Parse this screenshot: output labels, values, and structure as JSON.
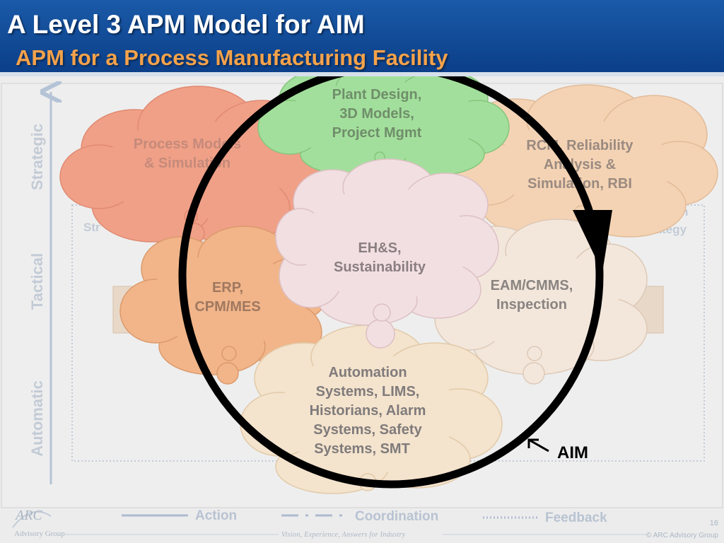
{
  "slide": {
    "title": "A Level 3 APM Model for AIM",
    "subtitle": "APM for a Process Manufacturing Facility"
  },
  "axis": {
    "strategic": "Strategic",
    "tactical": "Tactical",
    "automatic": "Automatic"
  },
  "background_fragments": {
    "left_partial": "Str",
    "right_partial_top": "n",
    "right_partial_bottom": "Strategy"
  },
  "clouds": {
    "process_models": [
      "Process Models",
      "& Simulation"
    ],
    "plant_design": [
      "Plant Design,",
      "3D Models,",
      "Project Mgmt"
    ],
    "rcm": [
      "RCM, Reliability",
      "Analysis &",
      "Simulation, RBI"
    ],
    "erp": [
      "ERP,",
      "CPM/MES"
    ],
    "ehs": [
      "EH&S,",
      "Sustainability"
    ],
    "eam": [
      "EAM/CMMS,",
      "Inspection"
    ],
    "automation": [
      "Automation",
      "Systems,  LIMS,",
      "Historians, Alarm",
      "Systems, Safety",
      "Systems, SMT"
    ]
  },
  "cycle_label": "AIM",
  "legend": {
    "action": "Action",
    "coordination": "Coordination",
    "feedback": "Feedback"
  },
  "footer": {
    "logo": "ARC",
    "logo_sub": "Advisory Group",
    "tagline": "Vision, Experience, Answers for Industry",
    "page_number": "16",
    "copyright": "© ARC Advisory Group"
  },
  "colors": {
    "header_blue": "#0b3d86",
    "subtitle_orange": "#f5a24a",
    "process_cloud": "#f0a087",
    "plant_cloud": "#a3df9c",
    "rcm_cloud": "#f4d3b4",
    "erp_cloud": "#f1b589",
    "ehs_cloud": "#f2dfe1",
    "eam_cloud": "#f3e7dc",
    "automation_cloud": "#f4e3cd",
    "cycle": "#000000"
  }
}
